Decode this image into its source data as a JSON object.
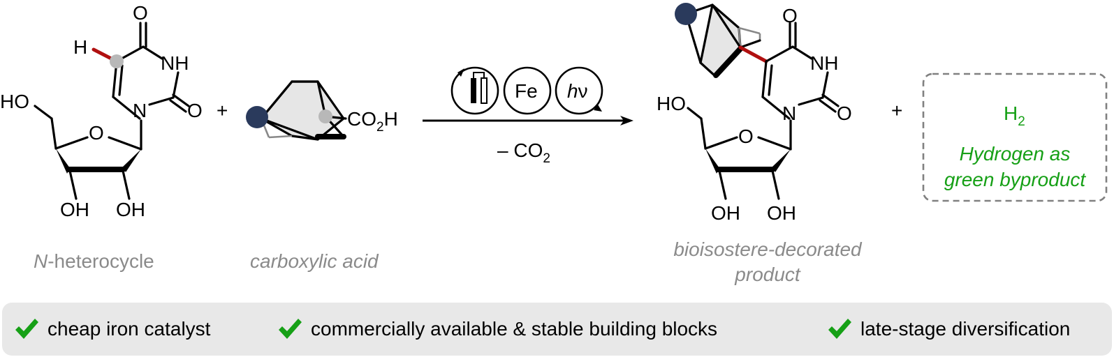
{
  "reactant_1": {
    "atoms": {
      "H": "H",
      "O_carbonyl_top": "O",
      "NH": "NH",
      "O_carbonyl_right": "O",
      "N": "N",
      "HO": "HO",
      "O_ring": "O",
      "OH_left": "OH",
      "OH_right": "OH"
    },
    "caption_italic": "N",
    "caption_rest": "-heterocycle"
  },
  "plus_1": "+",
  "reactant_2": {
    "group": "CO",
    "group_sub": "2",
    "group_tail": "H",
    "caption": "carboxylic acid"
  },
  "conditions": {
    "catalyst": "Fe",
    "light_italic": "h",
    "light_rest": "ν",
    "below_arrow_main": "– CO",
    "below_arrow_sub": "2"
  },
  "product": {
    "atoms": {
      "O_carbonyl_top": "O",
      "NH": "NH",
      "O_carbonyl_right": "O",
      "N": "N",
      "HO": "HO",
      "O_ring": "O",
      "OH_left": "OH",
      "OH_right": "OH"
    },
    "caption_line1": "bioisostere-decorated",
    "caption_line2": "product"
  },
  "plus_2": "+",
  "byproduct": {
    "formula_main": "H",
    "formula_sub": "2",
    "note_line1": "Hydrogen as",
    "note_line2": "green byproduct"
  },
  "features": [
    {
      "label": "cheap iron catalyst",
      "icon": "checkmark-icon"
    },
    {
      "label": "commercially available & stable building blocks",
      "icon": "checkmark-icon"
    },
    {
      "label": "late-stage diversification",
      "icon": "checkmark-icon"
    }
  ],
  "colors": {
    "green": "#16a016",
    "red_bond": "#b01010",
    "navy": "#2a3a5c",
    "caption_grey": "#8a8a8a",
    "band_grey": "#e8e8e8"
  }
}
